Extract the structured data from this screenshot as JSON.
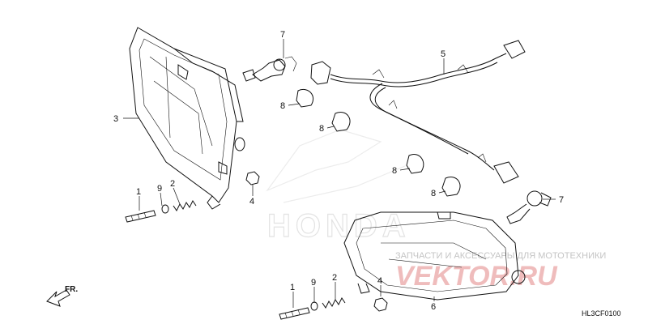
{
  "callouts": [
    {
      "id": "c3",
      "text": "3"
    },
    {
      "id": "c7a",
      "text": "7"
    },
    {
      "id": "c5",
      "text": "5"
    },
    {
      "id": "c8a",
      "text": "8"
    },
    {
      "id": "c8b",
      "text": "8"
    },
    {
      "id": "c8c",
      "text": "8"
    },
    {
      "id": "c8d",
      "text": "8"
    },
    {
      "id": "c7b",
      "text": "7"
    },
    {
      "id": "c4a",
      "text": "4"
    },
    {
      "id": "c1a",
      "text": "1"
    },
    {
      "id": "c9a",
      "text": "9"
    },
    {
      "id": "c2a",
      "text": "2"
    },
    {
      "id": "c1b",
      "text": "1"
    },
    {
      "id": "c9b",
      "text": "9"
    },
    {
      "id": "c2b",
      "text": "2"
    },
    {
      "id": "c4b",
      "text": "4"
    },
    {
      "id": "c6",
      "text": "6"
    }
  ],
  "direction_label": "FR.",
  "diagram_ref": "HL3CF0100",
  "watermark": {
    "honda": "HONDA",
    "tagline": "ЗАПЧАСТИ И АКСЕССУАРЫ ДЛЯ МОТОТЕХНИКИ",
    "brand": "VEKTOR.RU"
  }
}
